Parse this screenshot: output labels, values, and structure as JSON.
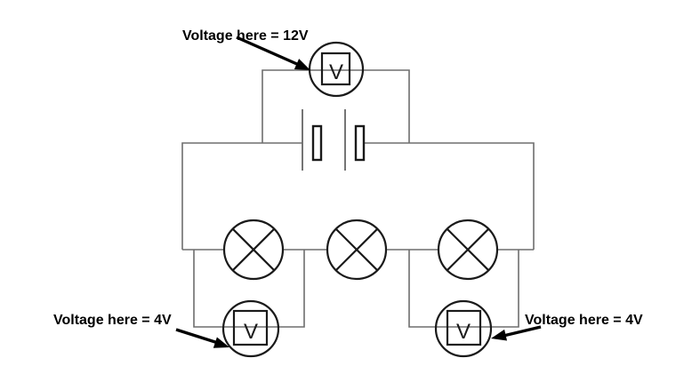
{
  "colors": {
    "background": "#ffffff",
    "wire": "#6e6e6e",
    "component": "#1a1a1a",
    "text": "#000000"
  },
  "diagram": {
    "kind": "circuit-diagram",
    "annotations": {
      "battery_voltmeter": "Voltage here = 12V",
      "left_lamp_voltmeter": "Voltage here = 4V",
      "right_lamp_voltmeter": "Voltage here = 4V"
    },
    "voltmeters": {
      "top": {
        "letter": "V"
      },
      "bottom_left": {
        "letter": "V"
      },
      "bottom_right": {
        "letter": "V"
      }
    },
    "components": {
      "battery_cells": 2,
      "lamps": 3,
      "voltmeters": 3
    }
  }
}
